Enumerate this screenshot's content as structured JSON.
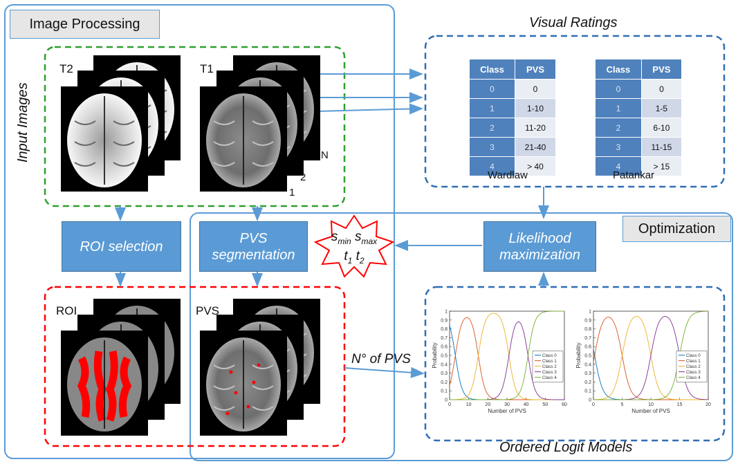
{
  "panels": {
    "image_processing": "Image Processing",
    "optimization": "Optimization"
  },
  "sections": {
    "input_images": "Input Images",
    "visual_ratings": "Visual Ratings",
    "ordered_logit": "Ordered Logit Models"
  },
  "images": {
    "t2": "T2",
    "t1": "T1",
    "roi": "ROI",
    "pvs": "PVS",
    "n": "N",
    "two": "2",
    "one": "1"
  },
  "boxes": {
    "roi_selection": "ROI selection",
    "pvs_segmentation_line1": "PVS",
    "pvs_segmentation_line2": "segmentation",
    "likelihood_line1": "Likelihood",
    "likelihood_line2": "maximization"
  },
  "star": {
    "s": "s",
    "min": "min",
    "max": "max",
    "t": "t",
    "sub1": "1",
    "sub2": "2"
  },
  "arrow_label": "N° of PVS",
  "rating_tables": [
    {
      "name": "Wardlaw",
      "header": [
        "Class",
        "PVS"
      ],
      "rows": [
        [
          "0",
          "0"
        ],
        [
          "1",
          "1-10"
        ],
        [
          "2",
          "11-20"
        ],
        [
          "3",
          "21-40"
        ],
        [
          "4",
          "> 40"
        ]
      ]
    },
    {
      "name": "Patankar",
      "header": [
        "Class",
        "PVS"
      ],
      "rows": [
        [
          "0",
          "0"
        ],
        [
          "1",
          "1-5"
        ],
        [
          "2",
          "6-10"
        ],
        [
          "3",
          "11-15"
        ],
        [
          "4",
          "> 15"
        ]
      ]
    }
  ],
  "colors": {
    "panel_border": "#5b9bd5",
    "box_fill": "#5b9bd5",
    "green_dash": "#2ca02c",
    "red_dash": "#ff0000",
    "blue_dash": "#2f6db5",
    "star": "#ff0000",
    "roi_overlay": "#ff0000"
  },
  "chart_data": [
    {
      "type": "line",
      "xlabel": "Number of PVS",
      "ylabel": "Probability",
      "xlim": [
        0,
        60
      ],
      "ylim": [
        0,
        1
      ],
      "xticks": [
        "0",
        "10",
        "20",
        "30",
        "40",
        "50",
        "60"
      ],
      "yticks": [
        "0",
        "0.1",
        "0.2",
        "0.3",
        "0.4",
        "0.5",
        "0.6",
        "0.7",
        "0.8",
        "0.9",
        "1"
      ],
      "legend": "center-right",
      "cutpoints": [
        3,
        15,
        18,
        31,
        41
      ],
      "slope": 0.55,
      "series": [
        {
          "name": "Class 0",
          "color": "#0072bd"
        },
        {
          "name": "Class 1",
          "color": "#d95319"
        },
        {
          "name": "Class 2",
          "color": "#edb120"
        },
        {
          "name": "Class 3",
          "color": "#7e2f8e"
        },
        {
          "name": "Class 4",
          "color": "#77ac30"
        }
      ]
    },
    {
      "type": "line",
      "xlabel": "Number of PVS",
      "ylabel": "Probability",
      "xlim": [
        0,
        20
      ],
      "ylim": [
        0,
        1
      ],
      "xticks": [
        "0",
        "5",
        "10",
        "15",
        "20"
      ],
      "yticks": [
        "0",
        "0.1",
        "0.2",
        "0.3",
        "0.4",
        "0.5",
        "0.6",
        "0.7",
        "0.8",
        "0.9",
        "1"
      ],
      "legend": "center-right",
      "cutpoints": [
        0.2,
        5,
        10,
        15
      ],
      "slope": 1.4,
      "series": [
        {
          "name": "Class 0",
          "color": "#0072bd"
        },
        {
          "name": "Class 1",
          "color": "#d95319"
        },
        {
          "name": "Class 2",
          "color": "#edb120"
        },
        {
          "name": "Class 3",
          "color": "#7e2f8e"
        },
        {
          "name": "Class 4",
          "color": "#77ac30"
        }
      ]
    }
  ]
}
